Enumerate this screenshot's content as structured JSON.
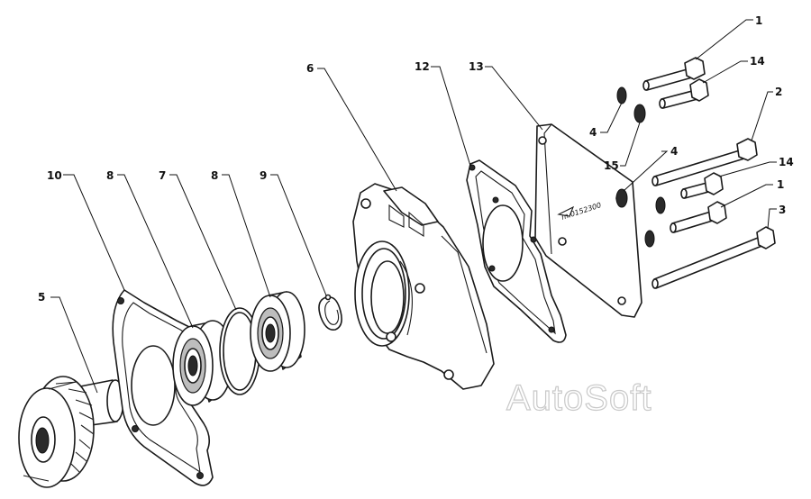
{
  "diagram": {
    "callouts": {
      "c10": "10",
      "c8a": "8",
      "c7": "7",
      "c8b": "8",
      "c9": "9",
      "c5": "5",
      "c6": "6",
      "c12": "12",
      "c13": "13",
      "c4a": "4",
      "c15": "15",
      "c4b": "4",
      "c1a": "1",
      "c14a": "14",
      "c2": "2",
      "c14b": "14",
      "c1b": "1",
      "c3": "3"
    },
    "plate_marking": "m.0152300",
    "watermark": "AutoSoft"
  }
}
